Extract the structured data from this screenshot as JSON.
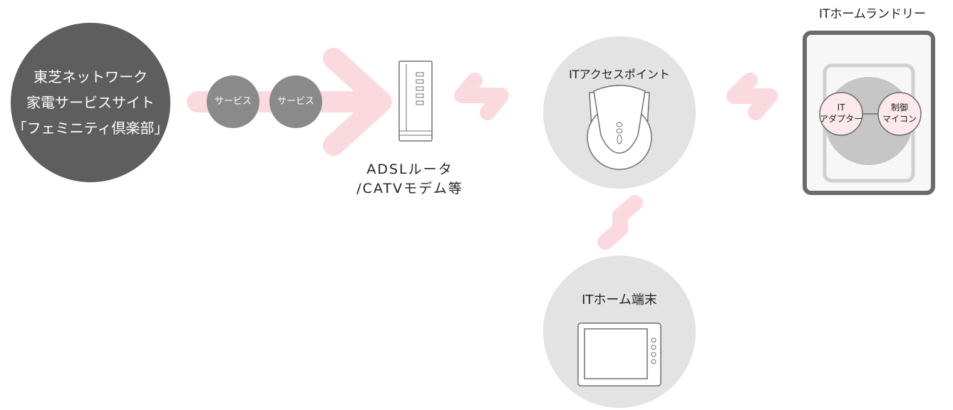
{
  "source_node": {
    "lines": [
      "東芝ネットワーク",
      "家電サービスサイト",
      "「フェミニティ倶楽部」"
    ]
  },
  "services": [
    "サービス",
    "サービス"
  ],
  "router": {
    "lines": [
      "ADSLルータ",
      "/CATVモデム等"
    ]
  },
  "access_point": {
    "label": "ITアクセスポイント"
  },
  "laundry": {
    "title": "ITホームランドリー",
    "adapter_lines": [
      "IT",
      "アダプター"
    ],
    "control_lines": [
      "制御",
      "マイコン"
    ]
  },
  "terminal": {
    "label": "ITホーム端末"
  },
  "colors": {
    "dark_circle": "#5e5e5e",
    "mid_circle": "#8a8a8a",
    "light_circle": "#e3e3e3",
    "pink_arrow": "#fadadf",
    "device_stroke": "#707070",
    "laundry_border": "#6b6b6b",
    "adapter_fill": "#fbe9ee"
  },
  "icons": [
    "arrow-icon",
    "wireless-icon",
    "router-icon",
    "access-point-icon",
    "terminal-icon",
    "laundry-icon"
  ]
}
